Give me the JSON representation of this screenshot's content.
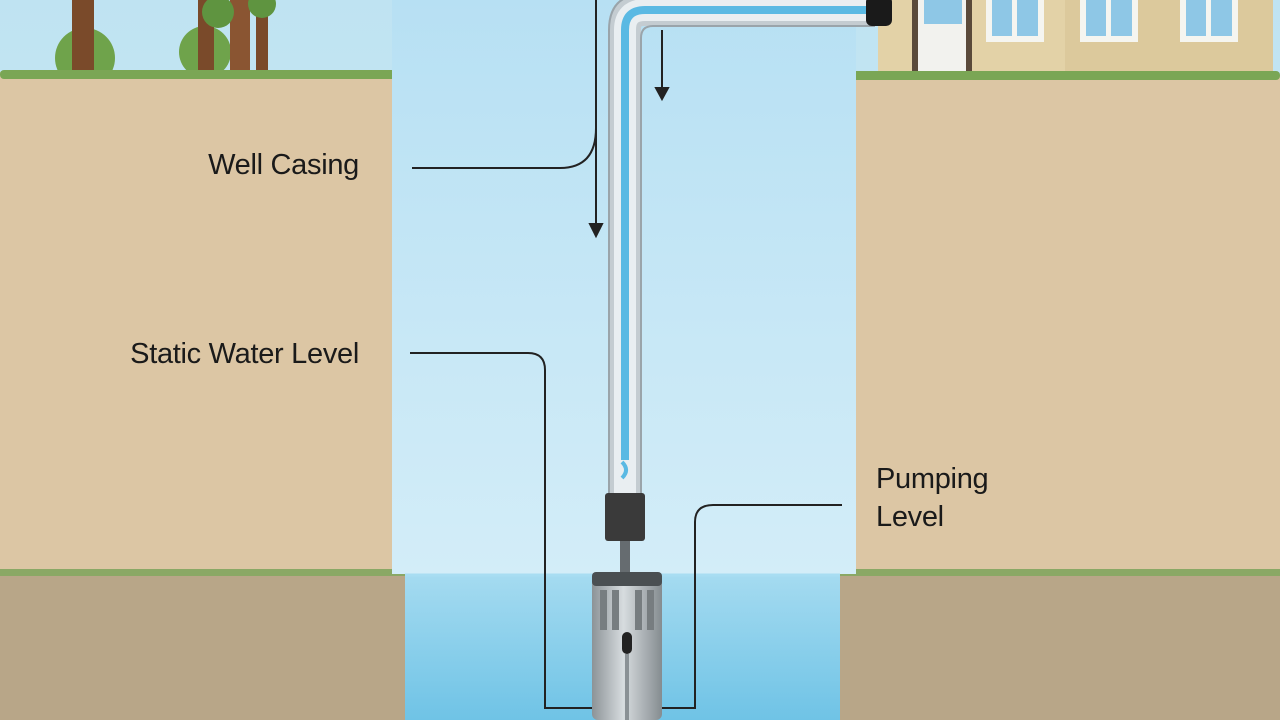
{
  "labels": {
    "well_casing": "Well Casing",
    "static_water_level": "Static Water Level",
    "pumping_level_line1": "Pumping",
    "pumping_level_line2": "Level"
  },
  "colors": {
    "sky": "#cfe8f3",
    "borehole": "#c6e7f6",
    "soil": "#dcc6a4",
    "soil_deep": "#b8a688",
    "grass": "#7aa655",
    "groundwater": "#8fd0ec",
    "pipe_water": "#5ab9e3",
    "pipe_metal": "#c4ccd1",
    "pump_body": "#a8aeb2",
    "motor_cap": "#3a3a3a",
    "house_wall": "#e3d2a7",
    "leader_line": "#222222"
  },
  "icons": [
    "tree-icon",
    "house-icon",
    "submersible-pump-icon",
    "arrow-down-icon"
  ]
}
